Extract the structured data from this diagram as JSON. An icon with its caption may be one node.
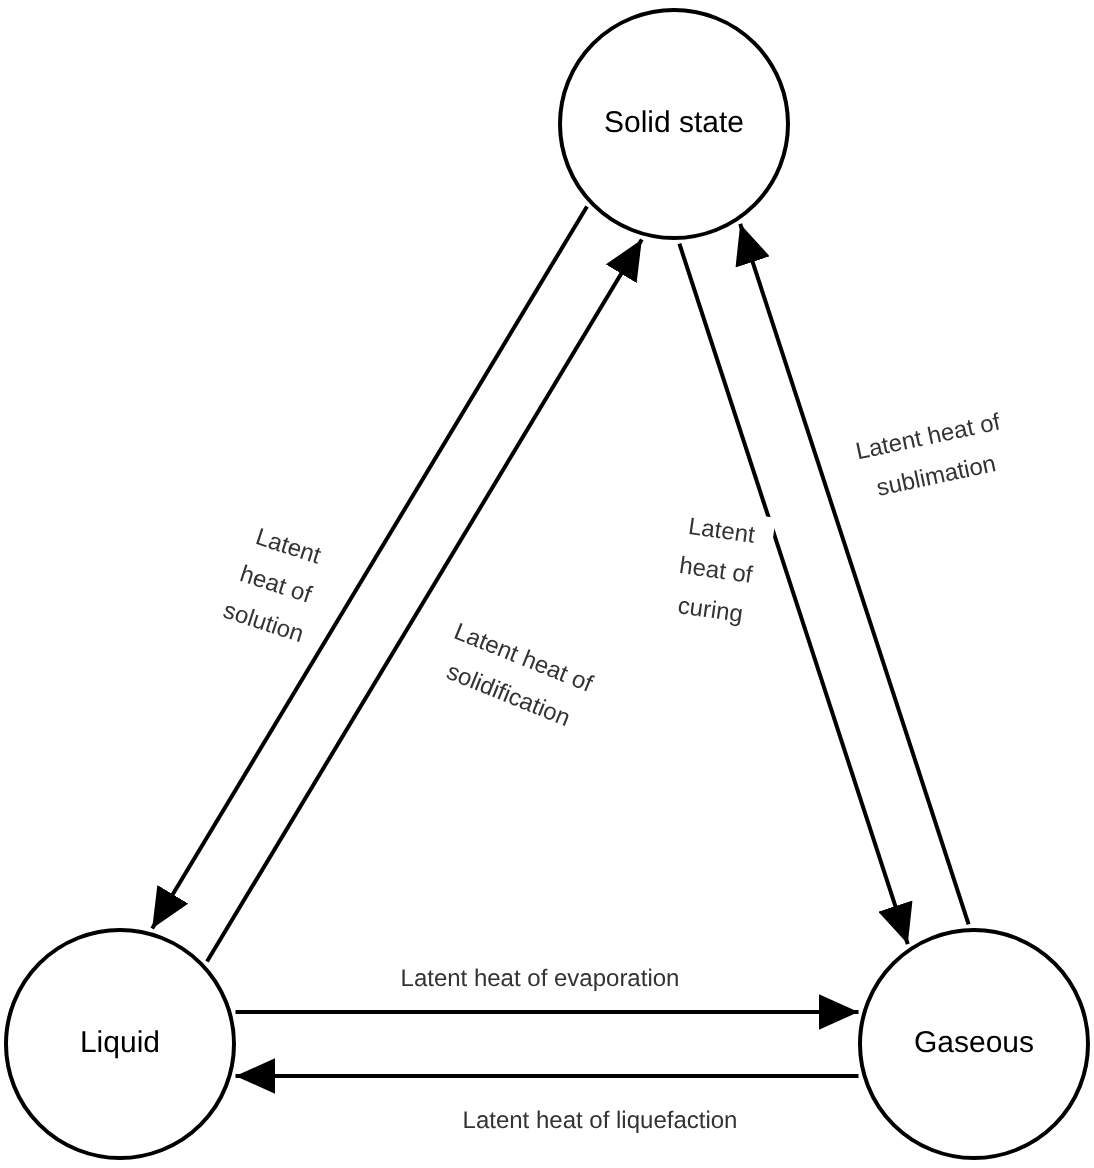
{
  "diagram": {
    "nodes": [
      {
        "text": [
          "Solid state"
        ]
      },
      {
        "text": [
          "Liquid"
        ]
      },
      {
        "text": [
          "Gaseous"
        ]
      }
    ],
    "edges": [
      {
        "from": 0,
        "to": 1,
        "arrow": "to",
        "label": "Latent heat of solution"
      },
      {
        "from": 1,
        "to": 0,
        "arrow": "to",
        "label": "Latent heat of solidification"
      },
      {
        "from": 0,
        "to": 2,
        "arrow": "to",
        "label": "Latent heat of curing"
      },
      {
        "from": 2,
        "to": 0,
        "arrow": "to",
        "label": "Latent heat of sublimation"
      },
      {
        "from": 1,
        "to": 2,
        "arrow": "to",
        "label": "Latent heat of evaporation"
      },
      {
        "from": 2,
        "to": 1,
        "arrow": "to",
        "label": "Latent heat of liquefaction"
      }
    ]
  }
}
